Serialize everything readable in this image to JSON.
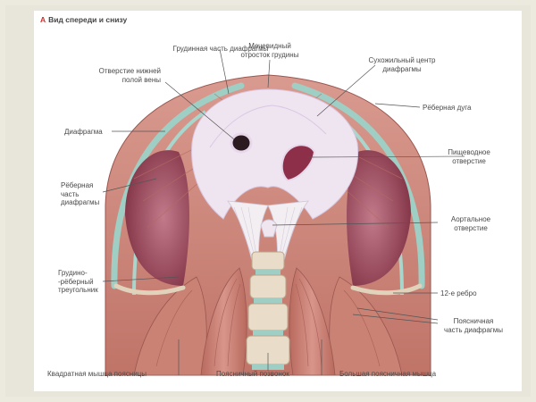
{
  "title": {
    "letter": "А",
    "text": "Вид спереди и снизу"
  },
  "labels": {
    "sternal_part": "Грудинная часть диафрагмы",
    "xiphoid_1": "Мечевидный",
    "xiphoid_2": "отросток грудины",
    "central_tendon_1": "Сухожильный центр",
    "central_tendon_2": "диафрагмы",
    "vena_cava_1": "Отверстие нижней",
    "vena_cava_2": "полой вены",
    "costal_arch": "Рёберная дуга",
    "diaphragm": "Диафрагма",
    "esophageal_1": "Пищеводное",
    "esophageal_2": "отверстие",
    "costal_part_1": "Рёберная",
    "costal_part_2": "часть",
    "costal_part_3": "диафрагмы",
    "aortic_1": "Аортальное",
    "aortic_2": "отверстие",
    "sternocostal_1": "Грудино-",
    "sternocostal_2": "-рёберный",
    "sternocostal_3": "треугольник",
    "rib12": "12-е ребро",
    "lumbar_part_1": "Поясничная",
    "lumbar_part_2": "часть диафрагмы",
    "quadratus": "Квадратная мышца поясницы",
    "lumbar_vertebra": "Поясничный позвонок",
    "psoas_major": "Большая поясничная мышца"
  },
  "colors": {
    "muscle": "#c9837a",
    "muscle_dark": "#a85a55",
    "tendon": "#ece4f0",
    "cartilage": "#9fcfc4",
    "cavity": "#7a2a3a",
    "bone": "#e9dcc8",
    "accent": "#c9302c"
  }
}
